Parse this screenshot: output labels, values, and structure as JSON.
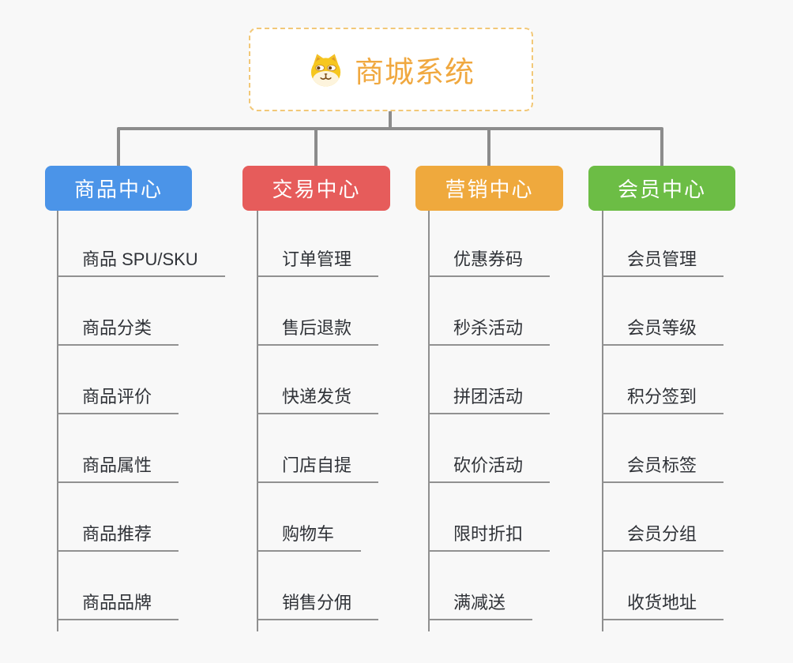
{
  "root": {
    "title": "商城系统",
    "icon": "shiba-dog-icon"
  },
  "branches": [
    {
      "label": "商品中心",
      "color": "#4b94e8",
      "items": [
        "商品 SPU/SKU",
        "商品分类",
        "商品评价",
        "商品属性",
        "商品推荐",
        "商品品牌"
      ]
    },
    {
      "label": "交易中心",
      "color": "#e65c5b",
      "items": [
        "订单管理",
        "售后退款",
        "快递发货",
        "门店自提",
        "购物车",
        "销售分佣"
      ]
    },
    {
      "label": "营销中心",
      "color": "#efa93d",
      "items": [
        "优惠券码",
        "秒杀活动",
        "拼团活动",
        "砍价活动",
        "限时折扣",
        "满减送"
      ]
    },
    {
      "label": "会员中心",
      "color": "#6cbd45",
      "items": [
        "会员管理",
        "会员等级",
        "积分签到",
        "会员标签",
        "会员分组",
        "收货地址"
      ]
    }
  ],
  "colors": {
    "background": "#f8f8f8",
    "root_border": "#f2c878",
    "root_text": "#f0a83f",
    "connector": "#8c8c8c",
    "underline": "#919191",
    "item_text": "#2f3237"
  }
}
